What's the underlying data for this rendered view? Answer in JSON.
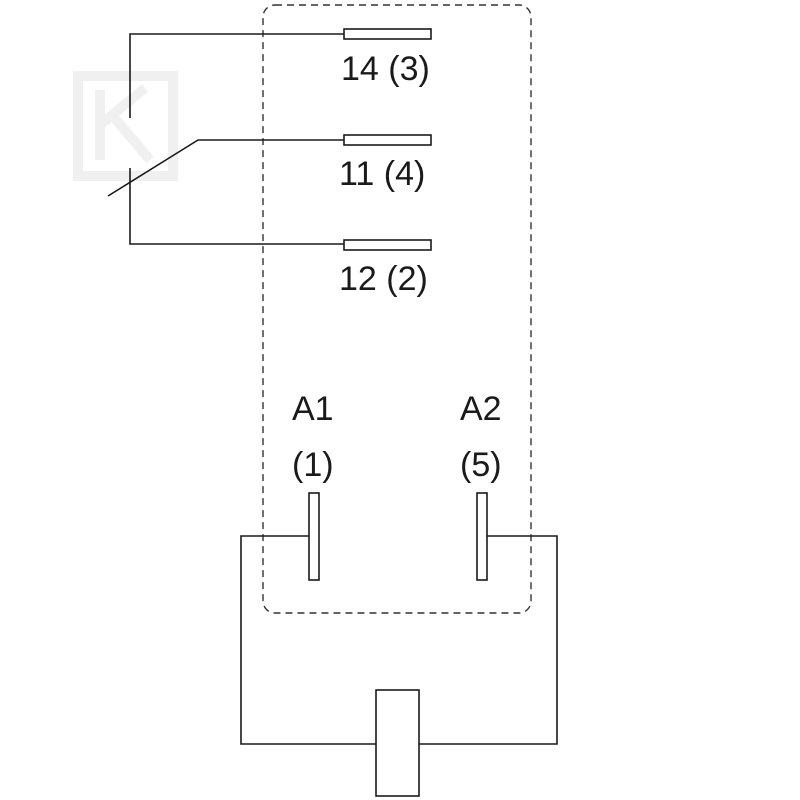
{
  "terminals": {
    "t14": "14 (3)",
    "t11": "11 (4)",
    "t12": "12 (2)",
    "a1_name": "A1",
    "a1_pin": "(1)",
    "a2_name": "A2",
    "a2_pin": "(5)"
  },
  "colors": {
    "line": "#1a1a1a",
    "background": "#ffffff",
    "watermark": "#f0f0f0"
  }
}
